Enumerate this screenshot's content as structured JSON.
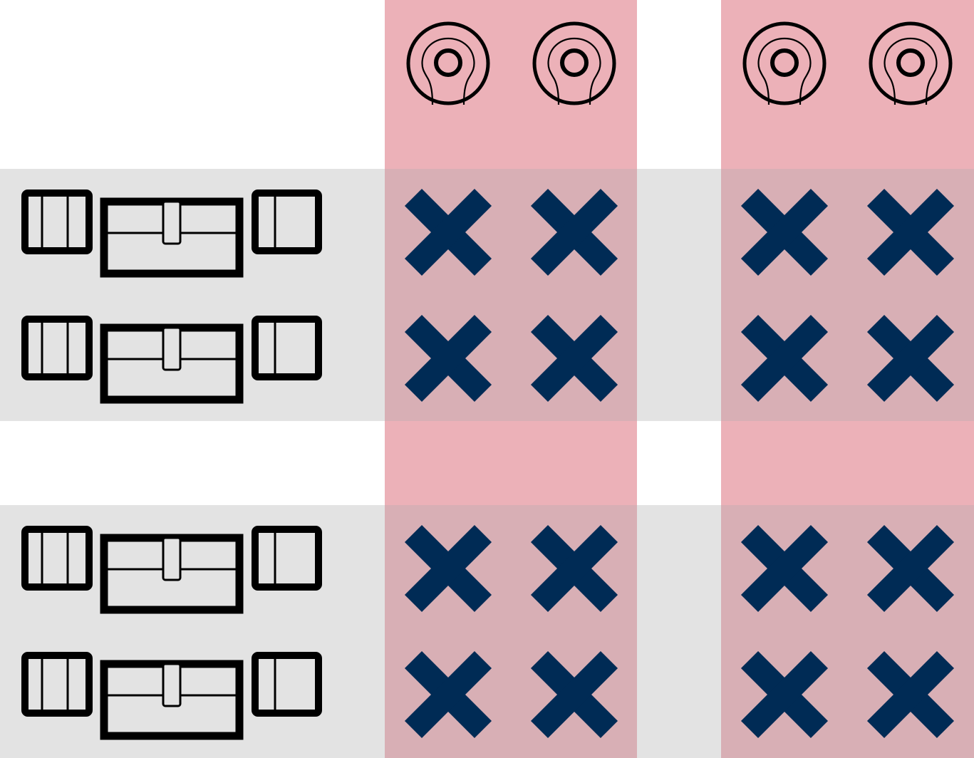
{
  "colors": {
    "column_highlight": "#ecb1b8",
    "row_highlight": "#e3e3e3",
    "overlap": "#d8afb5",
    "cross": "#002b55",
    "outline": "#000000"
  },
  "column_header_icon": "lock-knob-icon",
  "row_header_icon": "double-cylinder-lock-icon",
  "cell_icon": "cross-icon",
  "column_groups": [
    {
      "columns": 2
    },
    {
      "columns": 2
    }
  ],
  "row_groups": [
    {
      "rows": 2
    },
    {
      "rows": 2
    }
  ],
  "matrix": [
    [
      "x",
      "x",
      "x",
      "x"
    ],
    [
      "x",
      "x",
      "x",
      "x"
    ],
    [
      "x",
      "x",
      "x",
      "x"
    ],
    [
      "x",
      "x",
      "x",
      "x"
    ]
  ]
}
